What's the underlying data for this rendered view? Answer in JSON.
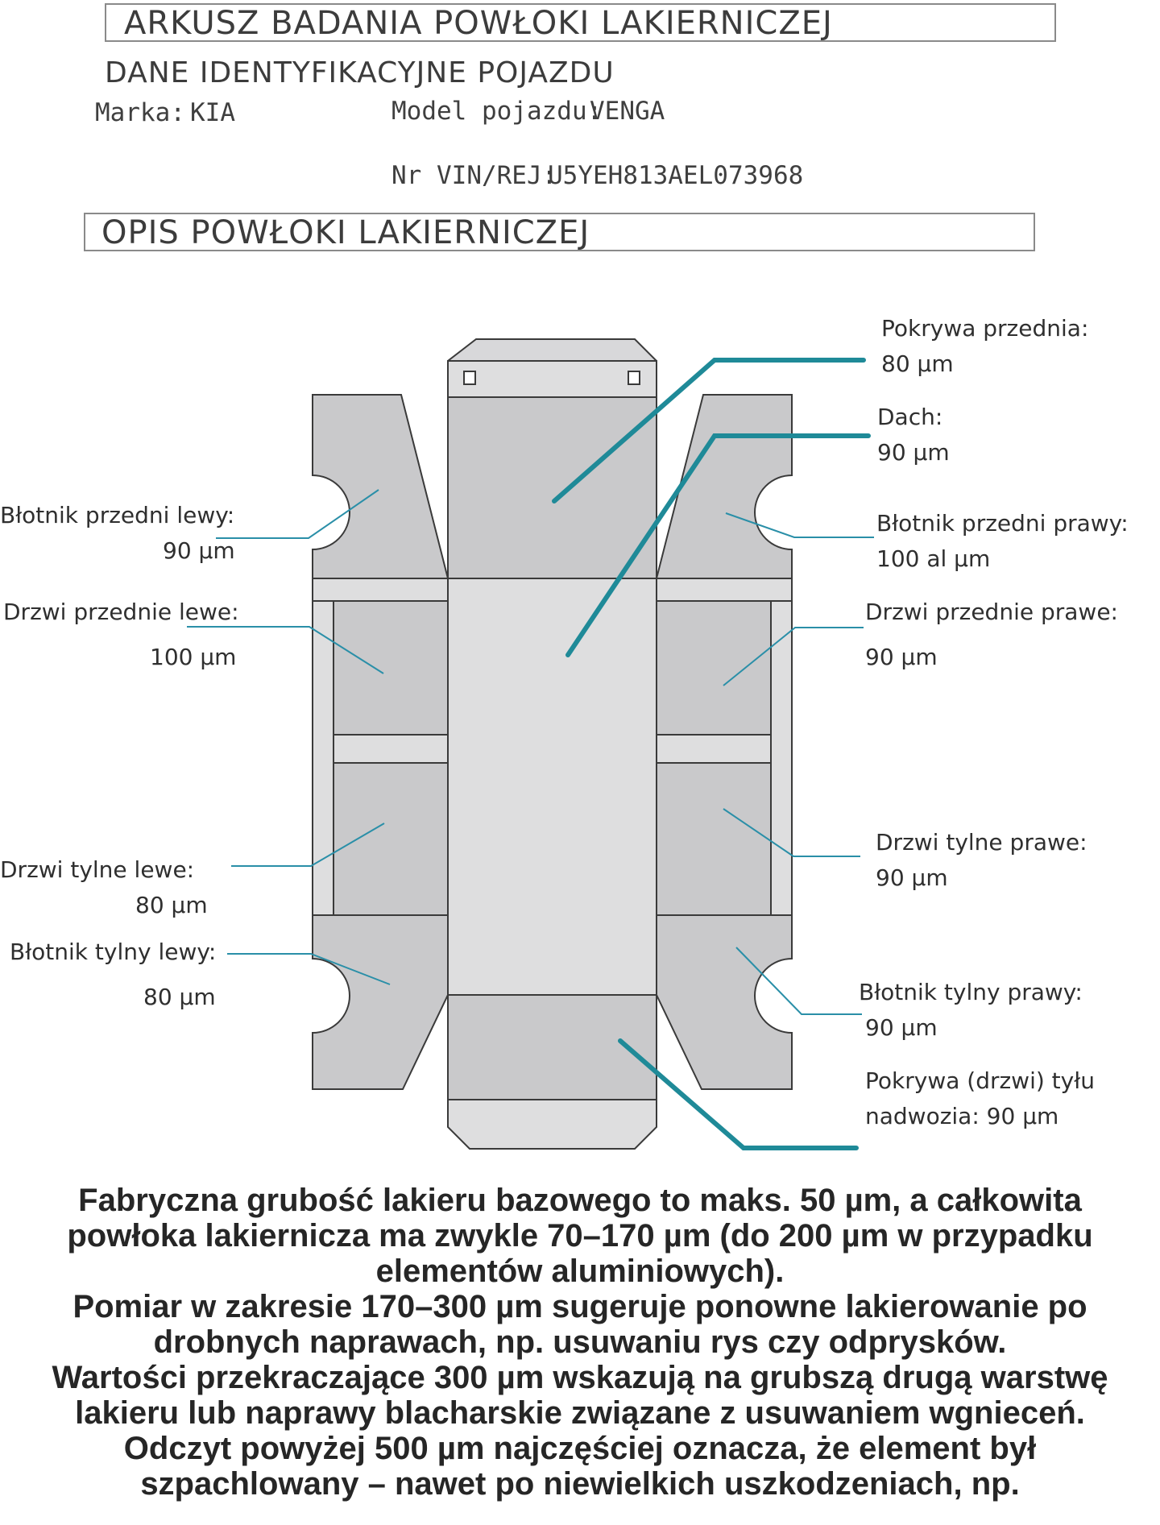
{
  "header": {
    "title": "ARKUSZ BADANIA POWŁOKI LAKIERNICZEJ",
    "section_vehicle": "DANE IDENTYFIKACYJNE POJAZDU",
    "section_coating": "OPIS POWŁOKI LAKIERNICZEJ"
  },
  "vehicle": {
    "make_label": "Marka:",
    "make_value": "KIA",
    "model_label": "Model pojazdu:",
    "model_value": "VENGA",
    "vin_label": "Nr VIN/REJ:",
    "vin_value": "U5YEH813AEL073968"
  },
  "parts": {
    "hood": {
      "name": "Pokrywa przednia:",
      "value": "80 µm"
    },
    "roof": {
      "name": "Dach:",
      "value": "90 µm"
    },
    "front_left_fender": {
      "name": "Błotnik przedni lewy:",
      "value": "90 µm"
    },
    "front_right_fender": {
      "name": "Błotnik przedni prawy:",
      "value": "100  al µm"
    },
    "front_left_door": {
      "name": "Drzwi przednie lewe:",
      "value": "100  µm"
    },
    "front_right_door": {
      "name": "Drzwi przednie prawe:",
      "value": "90 µm"
    },
    "rear_left_door": {
      "name": "Drzwi tylne lewe:",
      "value": "80 µm"
    },
    "rear_right_door": {
      "name": "Drzwi tylne prawe:",
      "value": "90 µm"
    },
    "rear_left_fender": {
      "name": "Błotnik tylny lewy:",
      "value": "80  µm"
    },
    "rear_right_fender": {
      "name": "Błotnik tylny prawy:",
      "value": "90 µm"
    },
    "tailgate": {
      "name_line1": "Pokrywa (drzwi) tyłu",
      "name_line2": "nadwozia: 90 µm"
    }
  },
  "notes": [
    "Fabryczna grubość lakieru bazowego to maks. 50 µm, a całkowita",
    "powłoka lakiernicza ma zwykle 70–170 µm (do 200 µm w przypadku",
    "elementów aluminiowych).",
    "Pomiar w zakresie 170–300 µm sugeruje ponowne lakierowanie po",
    "drobnych naprawach, np. usuwaniu rys czy odprysków.",
    "Wartości przekraczające 300 µm wskazują na grubszą drugą warstwę",
    "lakieru lub naprawy blacharskie związane z usuwaniem wgnieceń.",
    "Odczyt powyżej 500 µm najczęściej oznacza, że element był",
    "szpachlowany – nawet po niewielkich uszkodzeniach, np."
  ],
  "colors": {
    "panel_dark": "#c9c9cb",
    "panel_light": "#dededf",
    "panel_stroke": "#3a3a3a",
    "leader_thick": "#1f8a98",
    "leader_thin": "#2a8fa8"
  }
}
